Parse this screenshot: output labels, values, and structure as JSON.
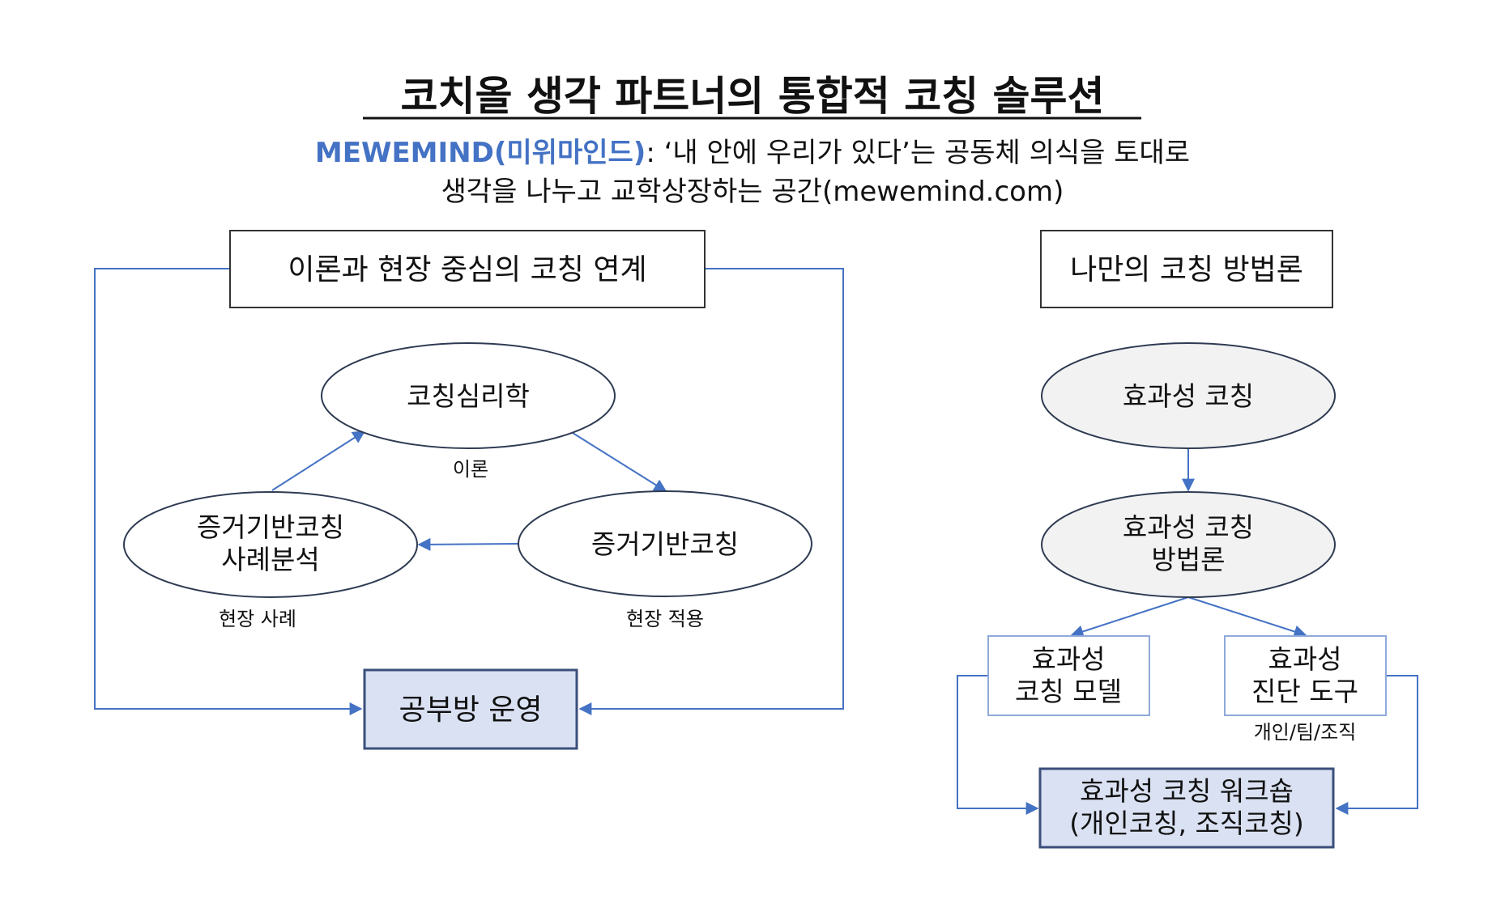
{
  "title": "코치올 생각 파트너의 통합적 코칭 솔루션",
  "subtitle": {
    "brand": "MEWEMIND(미위마인드)",
    "line1_rest": ": ‘내 안에 우리가 있다’는 공동체 의식을 토대로",
    "line2": "생각을 나누고 교학상장하는 공간(mewemind.com)"
  },
  "left": {
    "header": "이론과 현장 중심의 코칭 연계",
    "node_theory": "코칭심리학",
    "label_theory": "이론",
    "node_case_line1": "증거기반코칭",
    "node_case_line2": "사례분석",
    "label_case": "현장 사례",
    "node_practice": "증거기반코칭",
    "label_practice": "현장 적용",
    "bottom_box": "공부방 운영"
  },
  "right": {
    "header": "나만의 코칭 방법론",
    "node_top": "효과성 코칭",
    "node_mid_line1": "효과성 코칭",
    "node_mid_line2": "방법론",
    "model_line1": "효과성",
    "model_line2": "코칭 모델",
    "tool_line1": "효과성",
    "tool_line2": "진단 도구",
    "tool_note": "개인/팀/조직",
    "workshop_line1": "효과성 코칭 워크숍",
    "workshop_line2": "(개인코칭, 조직코칭)"
  },
  "colors": {
    "accent": "#4472c4",
    "box_fill": "#d9e1f2",
    "ellipse_gray_fill": "#f2f2f2",
    "light_box_border": "#8ea9db"
  }
}
